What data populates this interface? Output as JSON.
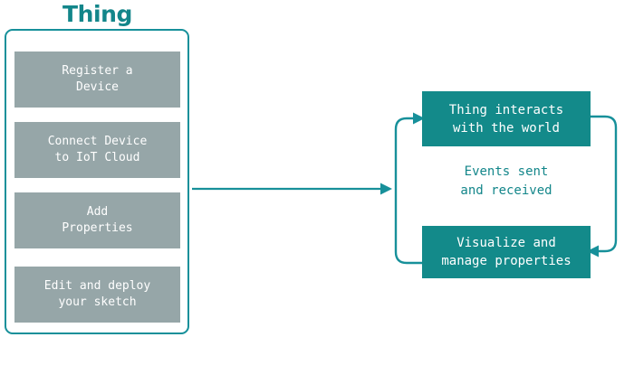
{
  "colors": {
    "teal": "#138a8a",
    "teal_line": "#17909a",
    "teal_text": "#13868a",
    "gray_box": "#96a6a8",
    "white": "#ffffff",
    "background": "#ffffff"
  },
  "thing_group": {
    "title": "Thing",
    "steps": [
      {
        "label": "Register a\nDevice"
      },
      {
        "label": "Connect Device\nto IoT Cloud"
      },
      {
        "label": "Add\nProperties"
      },
      {
        "label": "Edit and deploy\nyour sketch"
      }
    ]
  },
  "flow": {
    "arrow_label": "",
    "direction": "right"
  },
  "cycle": {
    "top_box": "Thing interacts\nwith the world",
    "caption": "Events sent\nand received",
    "bottom_box": "Visualize and\nmanage properties",
    "right_arrow_direction": "down-left",
    "left_arrow_direction": "up-right"
  }
}
